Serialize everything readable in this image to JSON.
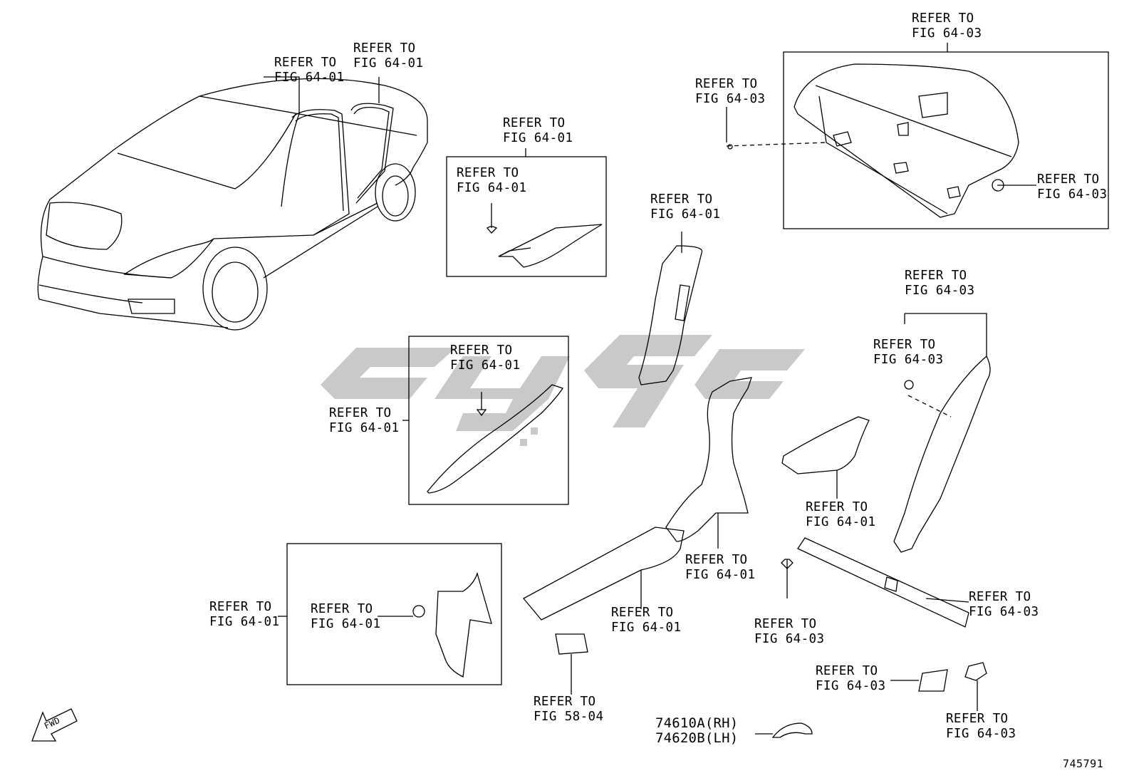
{
  "refs": {
    "car_top_left": {
      "line1": "REFER TO",
      "line2": "FIG 64-01"
    },
    "car_top_right": {
      "line1": "REFER TO",
      "line2": "FIG 64-01"
    },
    "box_top_outer": {
      "line1": "REFER TO",
      "line2": "FIG 64-01"
    },
    "box_top_inner": {
      "line1": "REFER TO",
      "line2": "FIG 64-01"
    },
    "shelf_top": {
      "line1": "REFER TO",
      "line2": "FIG 64-03"
    },
    "shelf_left_clip": {
      "line1": "REFER TO",
      "line2": "FIG 64-03"
    },
    "shelf_right_clip": {
      "line1": "REFER TO",
      "line2": "FIG 64-03"
    },
    "b_pillar_upper": {
      "line1": "REFER TO",
      "line2": "FIG 64-01"
    },
    "a_pillar_clip": {
      "line1": "REFER TO",
      "line2": "FIG 64-01"
    },
    "a_pillar_box": {
      "line1": "REFER TO",
      "line2": "FIG 64-01"
    },
    "c_pillar_top": {
      "line1": "REFER TO",
      "line2": "FIG 64-03"
    },
    "c_pillar_clip": {
      "line1": "REFER TO",
      "line2": "FIG 64-03"
    },
    "quarter_trim": {
      "line1": "REFER TO",
      "line2": "FIG 64-01"
    },
    "b_pillar_lower": {
      "line1": "REFER TO",
      "line2": "FIG 64-01"
    },
    "sill_front": {
      "line1": "REFER TO",
      "line2": "FIG 64-01"
    },
    "cowl_box": {
      "line1": "REFER TO",
      "line2": "FIG 64-01"
    },
    "cowl_clip": {
      "line1": "REFER TO",
      "line2": "FIG 64-01"
    },
    "clip_pin": {
      "line1": "REFER TO",
      "line2": "FIG 64-03"
    },
    "rear_sill": {
      "line1": "REFER TO",
      "line2": "FIG 64-03"
    },
    "switch": {
      "line1": "REFER TO",
      "line2": "FIG 58-04"
    },
    "hook_left": {
      "line1": "REFER TO",
      "line2": "FIG 64-03"
    },
    "hook_right": {
      "line1": "REFER TO",
      "line2": "FIG 64-03"
    }
  },
  "parts": {
    "rh": "74610A(RH)",
    "lh": "74620B(LH)"
  },
  "diagram_number": "745791",
  "fwd_label": "FWD",
  "watermark_color": "#c8c8c8",
  "line_color": "#000000"
}
